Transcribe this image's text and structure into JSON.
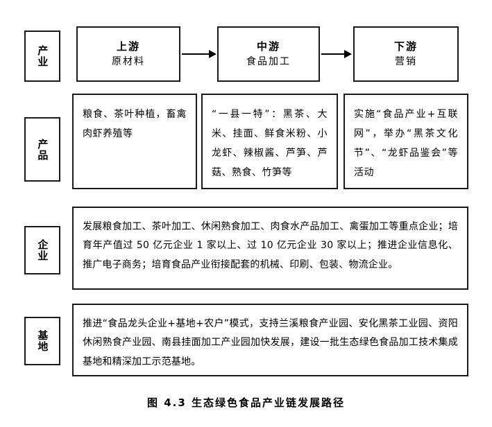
{
  "figure": {
    "caption": "图 4.3  生态绿色食品产业链发展路径"
  },
  "rows": [
    {
      "label": "产业",
      "cells": [
        {
          "title": "上游",
          "subtitle": "原材料"
        },
        {
          "title": "中游",
          "subtitle": "食品加工"
        },
        {
          "title": "下游",
          "subtitle": "营销"
        }
      ]
    },
    {
      "label": "产品",
      "cells": [
        {
          "text": "粮食、茶叶种植，畜禽肉虾养殖等"
        },
        {
          "text": "“一县一特”：黑茶、大米、挂面、鲜食米粉、小龙虾、辣椒酱、芦笋、芦菇、熟食、竹笋等"
        },
        {
          "text": "实施“食品产业+互联网”，举办“黑茶文化节”、“龙虾品鉴会”等活动"
        }
      ]
    },
    {
      "label": "企业",
      "cells": [
        {
          "text": "发展粮食加工、茶叶加工、休闲熟食加工、肉食水产品加工、禽蛋加工等重点企业；培育年产值过 50 亿元企业 1 家以上、过 10 亿元企业 30 家以上；推进企业信息化、推广电子商务；培育食品产业衔接配套的机械、印刷、包装、物流企业。"
        }
      ]
    },
    {
      "label": "基地",
      "cells": [
        {
          "text": "推进“食品龙头企业+基地+农户”模式，支持兰溪粮食产业园、安化黑茶工业园、资阳休闲熟食产业园、南县挂面加工产业园加快发展，建设一批生态绿色食品加工技术集成基地和精深加工示范基地。"
        }
      ]
    }
  ],
  "arrows": [
    {
      "name": "arrow-upstream-to-midstream"
    },
    {
      "name": "arrow-midstream-to-downstream"
    }
  ],
  "colors": {
    "border": "#1a1a1a",
    "text": "#000000",
    "background": "#ffffff"
  }
}
